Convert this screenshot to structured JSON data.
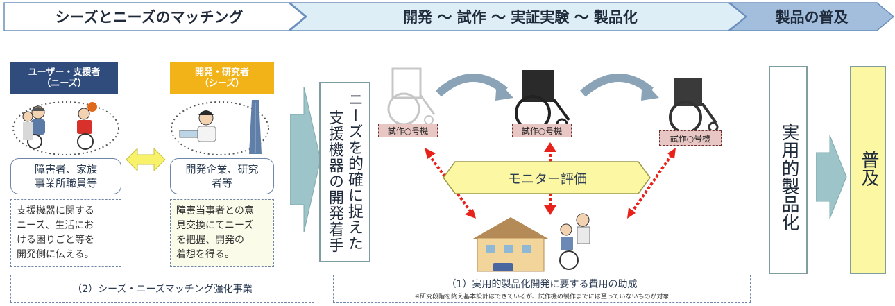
{
  "stages": {
    "matching": "シーズとニーズのマッチング",
    "development": "開発 〜 試作 〜 実証実験 〜 製品化",
    "spread": "製品の普及"
  },
  "users": {
    "header_line1": "ユーザー・支援者",
    "header_line2": "（ニーズ）",
    "caption_line1": "障害者、家族",
    "caption_line2": "事業所職員等",
    "note_lines": [
      "支援機器に関する",
      "ニーズ、生活にお",
      "ける困りごと等を",
      "開発側に伝える。"
    ]
  },
  "developers": {
    "header_line1": "開発・研究者",
    "header_line2": "（シーズ）",
    "caption_line1": "開発企業、研究",
    "caption_line2": "者等",
    "note_lines": [
      "障害当事者との意",
      "見交換にてニーズ",
      "を把握、開発の",
      "着想を得る。"
    ]
  },
  "matching_program": "（2）シーズ・ニーズマッチング強化事業",
  "dev_start_col1": "ニーズを的確に捉えた",
  "dev_start_col2": "支援機器の開発着手",
  "prototype_label": "試作○号機",
  "monitor_eval": "モニター評価",
  "subsidy_title": "（1）実用的製品化開発に要する費用の助成",
  "subsidy_note": "※研究段階を終え基本設計はできているが、試作機の製作までには至っていないものが対象",
  "commercialization": "実用的製品化",
  "spread_box": "普及",
  "colors": {
    "stage_fill": "#ddeef6",
    "stage_dark": "#a3bedc",
    "users_header": "#2f4c7d",
    "dev_header": "#f2b318",
    "spread_fill": "#fbf7a3",
    "arrow_fill": "#9dc5c9",
    "red_dot": "#e8221a",
    "note_bg": "#fbfbe9"
  },
  "icons": [
    "double-arrow-icon",
    "wheelchair-icon",
    "curved-arrow-icon",
    "house-icon",
    "people-icon"
  ]
}
